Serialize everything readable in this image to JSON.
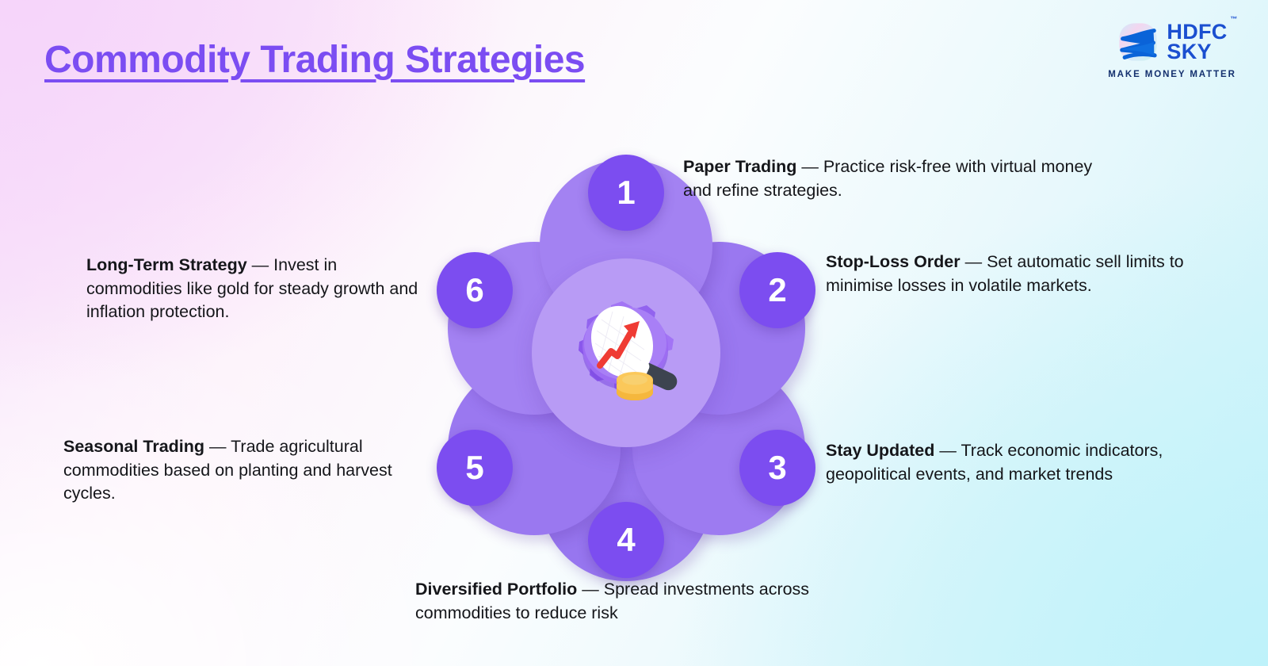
{
  "page": {
    "title": "Commodity Trading Strategies",
    "accent_color": "#7b4df2",
    "petal_color": "#9a78f0",
    "center_color": "#b89bf5",
    "badge_color": "#7c4df0",
    "text_color": "#15161a",
    "bg_gradient_from": "#f7e0fa",
    "bg_gradient_to": "#c9f2f8"
  },
  "logo": {
    "line1": "HDFC",
    "line2": "SKY",
    "trademark": "™",
    "tagline": "MAKE MONEY MATTER",
    "mark_name": "hdfc-sky-swoosh-logo",
    "word_color": "#1b4fd0",
    "tagline_color": "#14306e"
  },
  "center": {
    "icon_name": "gear-magnifier-growth-coins-icon",
    "gear_color": "#8b5cf6",
    "arrow_color": "#ef3b34",
    "handle_color": "#3d4450",
    "coin_color": "#f5b73d"
  },
  "items": [
    {
      "number": "1",
      "lead": "Paper Trading",
      "dash": " — ",
      "body": "Practice risk-free with virtual money and refine strategies."
    },
    {
      "number": "2",
      "lead": "Stop-Loss Order",
      "dash": " — ",
      "body": "Set automatic sell limits to minimise losses in volatile markets."
    },
    {
      "number": "3",
      "lead": "Stay Updated",
      "dash": " — ",
      "body": "Track economic indicators, geopolitical events, and market trends"
    },
    {
      "number": "4",
      "lead": "Diversified Portfolio",
      "dash": " — ",
      "body": "Spread investments across commodities to reduce risk"
    },
    {
      "number": "5",
      "lead": "Seasonal Trading",
      "dash": " — ",
      "body": "Trade agricultural commodities based on planting and harvest cycles."
    },
    {
      "number": "6",
      "lead": "Long-Term Strategy",
      "dash": " — ",
      "body": "Invest in commodities like gold for steady growth and inflation protection."
    }
  ]
}
